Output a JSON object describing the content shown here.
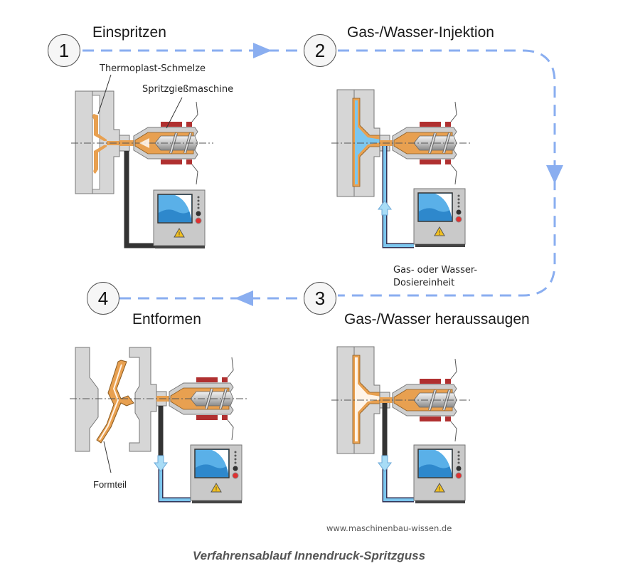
{
  "title": "Verfahrensablauf Innendruck-Spritzguss",
  "credit": "www.maschinenbau-wissen.de",
  "colors": {
    "flow_arrow": "#8aaef0",
    "melt_orange": "#e8a050",
    "water_blue": "#7cc6ee",
    "mold_grey": "#d6d6d6",
    "heater_red": "#b03030",
    "pipe_dark": "#333333"
  },
  "steps": [
    {
      "number": "1",
      "title": "Einspritzen",
      "labels": [
        "Thermoplast-Schmelze",
        "Spritzgießmaschine"
      ]
    },
    {
      "number": "2",
      "title": "Gas-/Wasser-Injektion",
      "labels": [
        "Gas- oder Wasser-",
        "Dosiereinheit"
      ]
    },
    {
      "number": "3",
      "title": "Gas-/Wasser heraussaugen",
      "labels": []
    },
    {
      "number": "4",
      "title": "Entformen",
      "labels": [
        "Formteil"
      ]
    }
  ]
}
